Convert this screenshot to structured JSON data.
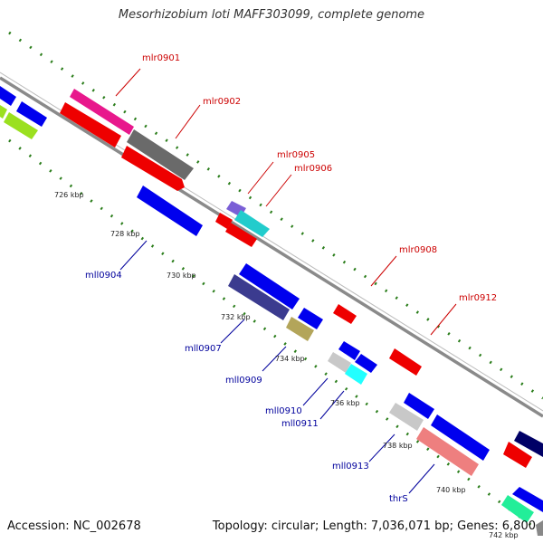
{
  "title": "Mesorhizobium loti MAFF303099, complete genome",
  "footer": {
    "accession": "Accession: NC_002678",
    "summary": "Topology: circular; Length: 7,036,071 bp; Genes: 6,800"
  },
  "colors": {
    "strand_line": "#888888",
    "tick_dots": "#2a7d1a",
    "plus_label": "#cc0000",
    "minus_label": "#00009c"
  },
  "ticks": [
    "726 kbp",
    "728 kbp",
    "730 kbp",
    "732 kbp",
    "734 kbp",
    "736 kbp",
    "738 kbp",
    "740 kbp",
    "742 kbp"
  ],
  "gene_labels_plus": [
    "mlr0901",
    "mlr0902",
    "mlr0905",
    "mlr0906",
    "mlr0908",
    "mlr0912"
  ],
  "gene_labels_minus": [
    "mll0904",
    "mll0907",
    "mll0909",
    "mll0910",
    "mll0911",
    "mll0913",
    "thrS"
  ]
}
